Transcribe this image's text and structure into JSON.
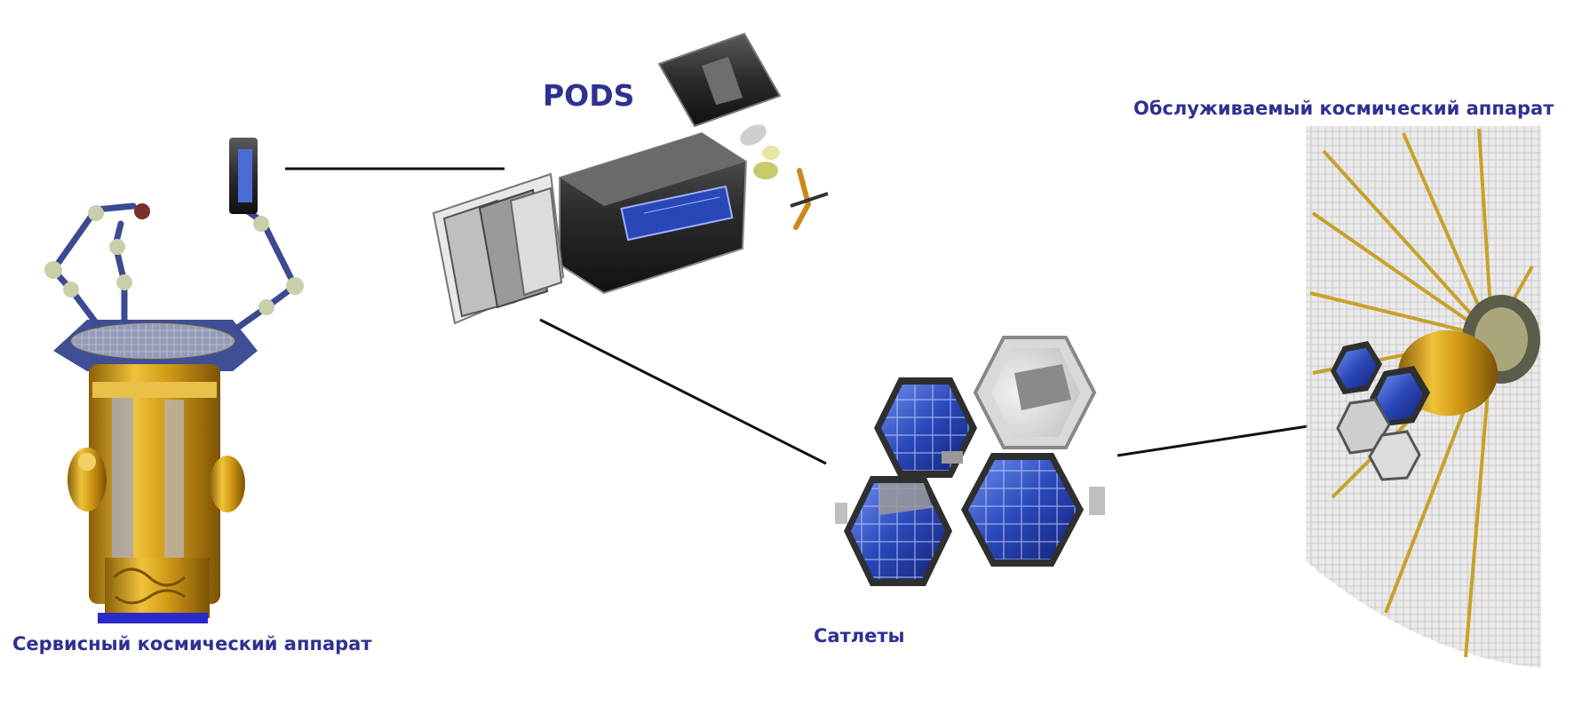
{
  "labels": {
    "pods": "PODS",
    "serviced_spacecraft": "Обслуживаемый космический аппарат",
    "servicing_spacecraft": "Сервисный космический аппарат",
    "satlets": "Сатлеты"
  },
  "colors": {
    "label": "#2e3192",
    "connector": "#111111",
    "solar_panel": "#2a47b8",
    "gold_foil": "#d4a019",
    "pods_body": "#2e2e2e",
    "serviced_surface": "#d9d9d9"
  }
}
